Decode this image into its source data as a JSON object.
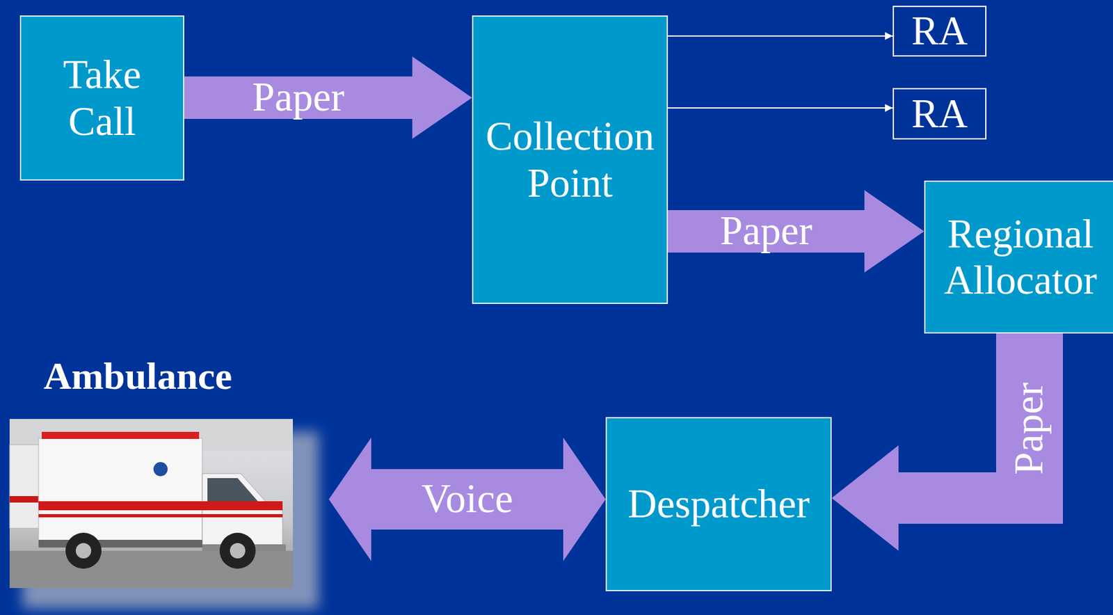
{
  "diagram": {
    "nodes": [
      {
        "text": [
          "Take Call"
        ]
      },
      {
        "text": [
          "Collection Point"
        ]
      },
      {
        "text": [
          "RA"
        ]
      },
      {
        "text": [
          "RA"
        ]
      },
      {
        "text": [
          "Regional Allocator"
        ]
      },
      {
        "text": [
          "Ambulance"
        ]
      },
      {
        "text": [
          "Despatcher"
        ]
      }
    ],
    "edges": [
      {
        "from": 0,
        "to": 1,
        "label": "Paper",
        "arrow": "to"
      },
      {
        "from": 1,
        "to": 2,
        "arrow": "to"
      },
      {
        "from": 1,
        "to": 3,
        "arrow": "to"
      },
      {
        "from": 1,
        "to": 4,
        "label": "Paper",
        "arrow": "to"
      },
      {
        "from": 4,
        "to": 6,
        "label": "Paper",
        "arrow": "to"
      },
      {
        "from": 5,
        "to": 6,
        "label": "Voice",
        "arrow": "both"
      }
    ]
  }
}
